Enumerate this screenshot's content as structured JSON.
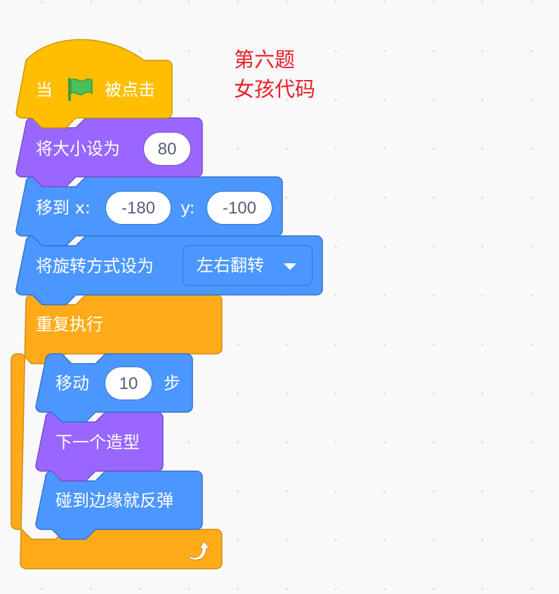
{
  "workspace": {
    "background": "#f9f9f9",
    "grid_dot_color": "#d6d9de"
  },
  "colors": {
    "events": "#ffbf00",
    "events_border": "#cc9900",
    "looks": "#9966ff",
    "looks_border": "#774dcb",
    "motion": "#4c97ff",
    "motion_border": "#3373cc",
    "control": "#ffab19",
    "control_border": "#cf8b17",
    "input_text": "#575e75",
    "note_text": "#e8212a"
  },
  "note": {
    "line1": "第六题",
    "line2": "女孩代码"
  },
  "script": {
    "hat": {
      "prefix": "当",
      "icon": "green-flag-icon",
      "suffix": "被点击"
    },
    "set_size": {
      "label": "将大小设为",
      "value": "80"
    },
    "go_to_xy": {
      "label": "移到 x:",
      "x_value": "-180",
      "y_label": "y:",
      "y_value": "-100"
    },
    "rotation_style": {
      "label": "将旋转方式设为",
      "selected": "左右翻转",
      "icon": "dropdown-caret-icon"
    },
    "forever": {
      "label": "重复执行",
      "icon": "loop-arrow-icon",
      "children": {
        "move": {
          "label": "移动",
          "value": "10",
          "suffix": "步"
        },
        "next_costume": {
          "label": "下一个造型"
        },
        "bounce": {
          "label": "碰到边缘就反弹"
        }
      }
    }
  }
}
